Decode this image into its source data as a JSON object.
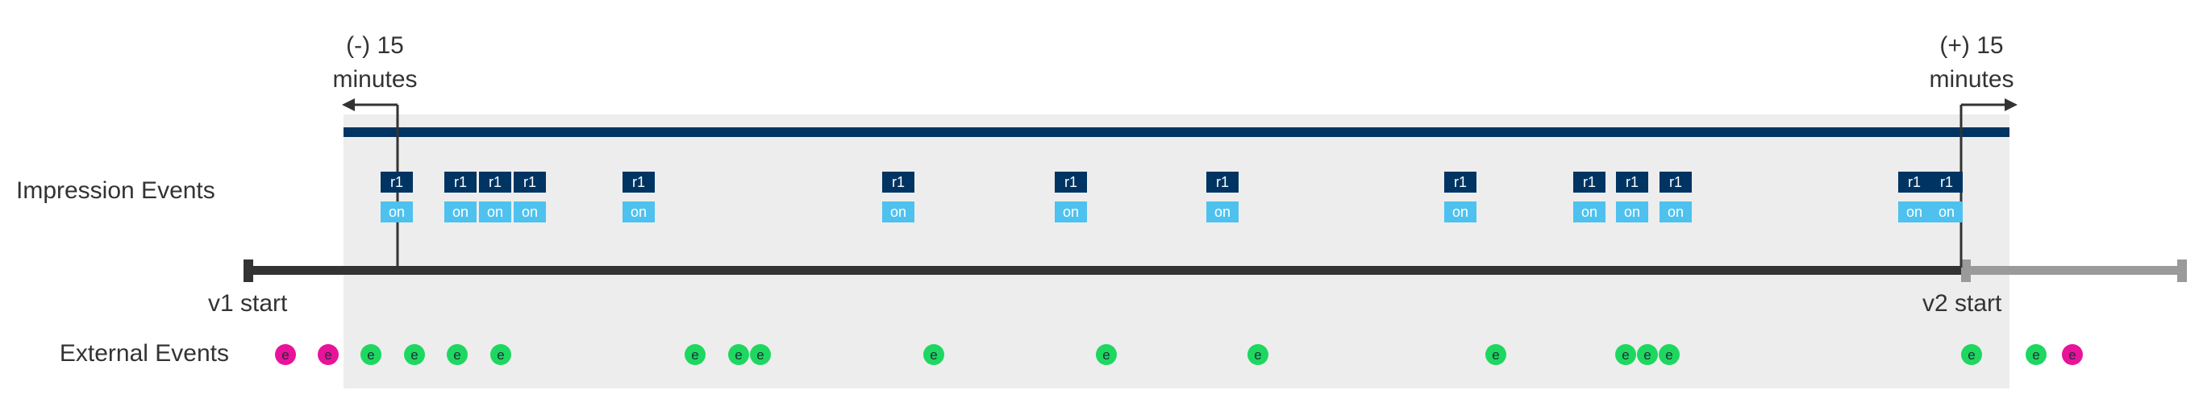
{
  "labels": {
    "minus_window": "(-) 15\nminutes",
    "plus_window": "(+) 15\nminutes",
    "impression_events": "Impression Events",
    "external_events": "External Events",
    "v1_start": "v1 start",
    "v2_start": "v2 start"
  },
  "colors": {
    "window_bg": "#ededed",
    "window_top_bar": "#003462",
    "timeline_v1": "#333333",
    "timeline_v2": "#9a9a9a",
    "r1_box": "#003462",
    "on_box": "#4ec1ef",
    "external_in_window": "#1ed760",
    "external_out_window": "#e8139a",
    "marker_line": "#333333"
  },
  "impression_events": [
    {
      "r1": "r1",
      "on": "on"
    },
    {
      "r1": "r1",
      "on": "on"
    },
    {
      "r1": "r1",
      "on": "on"
    },
    {
      "r1": "r1",
      "on": "on"
    },
    {
      "r1": "r1",
      "on": "on"
    },
    {
      "r1": "r1",
      "on": "on"
    },
    {
      "r1": "r1",
      "on": "on"
    },
    {
      "r1": "r1",
      "on": "on"
    },
    {
      "r1": "r1",
      "on": "on"
    },
    {
      "r1": "r1",
      "on": "on"
    },
    {
      "r1": "r1",
      "on": "on"
    },
    {
      "r1": "r1",
      "on": "on"
    },
    {
      "r1": "r1",
      "on": "on"
    },
    {
      "r1": "r1",
      "on": "on"
    }
  ],
  "external_events": [
    {
      "label": "e",
      "in_window": false
    },
    {
      "label": "e",
      "in_window": false
    },
    {
      "label": "e",
      "in_window": true
    },
    {
      "label": "e",
      "in_window": true
    },
    {
      "label": "e",
      "in_window": true
    },
    {
      "label": "e",
      "in_window": true
    },
    {
      "label": "e",
      "in_window": true
    },
    {
      "label": "e",
      "in_window": true
    },
    {
      "label": "e",
      "in_window": true
    },
    {
      "label": "e",
      "in_window": true
    },
    {
      "label": "e",
      "in_window": true
    },
    {
      "label": "e",
      "in_window": true
    },
    {
      "label": "e",
      "in_window": true
    },
    {
      "label": "e",
      "in_window": true
    },
    {
      "label": "e",
      "in_window": true
    },
    {
      "label": "e",
      "in_window": true
    },
    {
      "label": "e",
      "in_window": true
    },
    {
      "label": "e",
      "in_window": true
    },
    {
      "label": "e",
      "in_window": false
    }
  ]
}
